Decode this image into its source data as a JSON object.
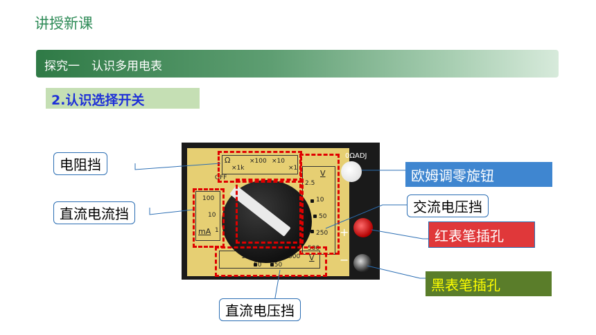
{
  "page": {
    "title": "讲授新课",
    "banner": "探究一　认识多用电表",
    "section": "2.认识选择开关"
  },
  "meter": {
    "ohm_symbol": "Ω",
    "ohm_ranges": [
      "×1k",
      "×100",
      "×10",
      "×1"
    ],
    "off": "OFF",
    "ma_values": [
      "100",
      "10",
      "1"
    ],
    "ma_unit": "mA",
    "acv_unit": "V",
    "acv_values": [
      "2.5",
      "10",
      "50",
      "250",
      "500"
    ],
    "dcv_values": [
      "10",
      "50",
      "250",
      "500"
    ],
    "dcv_unit": "V",
    "knob_label": "0ΩADJ",
    "plus": "+",
    "minus": "−"
  },
  "callouts": {
    "resistance": "电阻挡",
    "dc_current": "直流电流挡",
    "dc_voltage": "直流电压挡",
    "ac_voltage": "交流电压挡",
    "ohm_adjust": "欧姆调零旋钮",
    "red_jack": "红表笔插孔",
    "black_jack": "黑表笔插孔"
  },
  "colors": {
    "title": "#2e8b57",
    "section_text": "#1d2fd8",
    "section_bg": "#c5dfb4",
    "ohm_adjust_bg": "#3f86d0",
    "red_jack_bg": "#e0383a",
    "black_jack_bg": "#5a7d2a",
    "black_jack_text": "#ffff00",
    "highlight": "#e00000"
  }
}
